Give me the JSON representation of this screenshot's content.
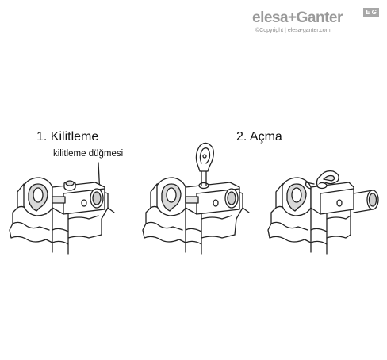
{
  "brand": {
    "logo_text": "elesa+Ganter",
    "badge": "E G",
    "copyright": "©Copyright | elesa-ganter.com"
  },
  "steps": [
    {
      "title": "1. Kilitleme",
      "callout": "kilitleme düğmesi"
    },
    {
      "title": "2. Açma"
    }
  ]
}
